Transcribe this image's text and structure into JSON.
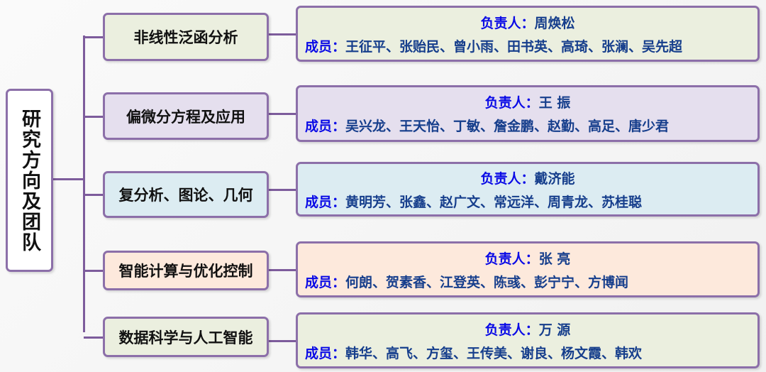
{
  "title": "研究方向及团队",
  "labels": {
    "leader": "负责人：",
    "members": "成员："
  },
  "directions": [
    {
      "name": "非线性泛函分析",
      "leader": "周焕松",
      "members": "王征平、张贻民、曾小雨、田书英、高琦、张澜、吴先超",
      "color": "#ebefdf"
    },
    {
      "name": "偏微分方程及应用",
      "leader": "王 振",
      "members": "吴兴龙、王天怡、丁敏、詹金鹏、赵勤、高足、唐少君",
      "color": "#e5dfee"
    },
    {
      "name": "复分析、图论、几何",
      "leader": "戴济能",
      "members": "黄明芳、张鑫、赵广文、常远洋、周青龙、苏桂聪",
      "color": "#dcecf2"
    },
    {
      "name": "智能计算与优化控制",
      "leader": "张 亮",
      "members": "何朗、贺素香、江登英、陈彧、彭宁宁、方博闻",
      "color": "#fde9dc"
    },
    {
      "name": "数据科学与人工智能",
      "leader": "万 源",
      "members": "韩华、高飞、方玺、王传美、谢良、杨文霞、韩欢",
      "color": "#ebefdf"
    }
  ]
}
